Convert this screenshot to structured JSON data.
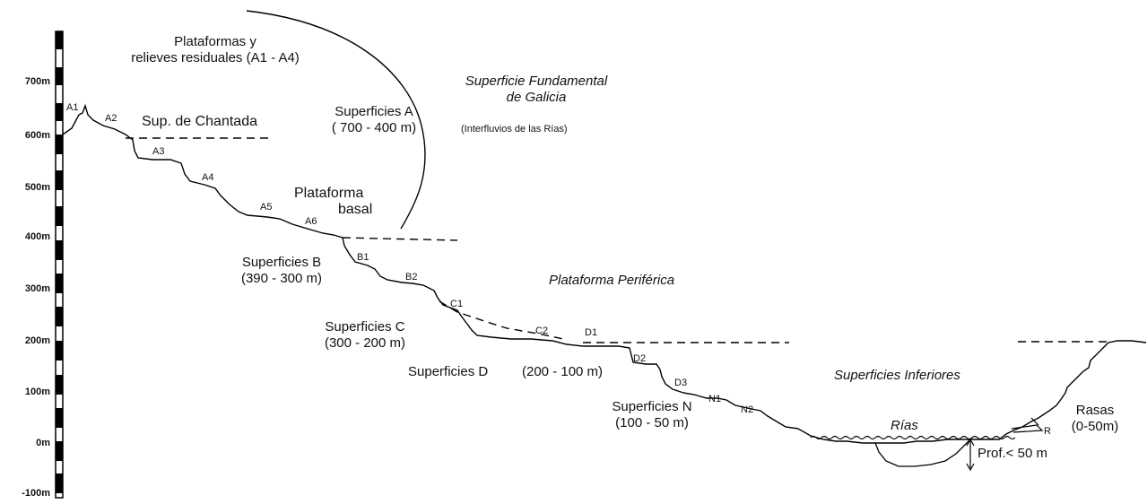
{
  "axis": {
    "ticks": [
      "700m",
      "600m",
      "500m",
      "400m",
      "300m",
      "200m",
      "100m",
      "0m",
      "-100m"
    ]
  },
  "labels": {
    "plataformas_line1": "Plataformas y",
    "plataformas_line2": "relieves residuales (A1 - A4)",
    "sup_chantada": "Sup. de Chantada",
    "superficies_a_line1": "Superficies A",
    "superficies_a_line2": "( 700 - 400 m)",
    "superficie_fundamental_line1": "Superficie Fundamental",
    "superficie_fundamental_line2": "de Galicia",
    "interfluvios": "(Interfluvios de las Rías)",
    "plataforma_basal_line1": "Plataforma",
    "plataforma_basal_line2": "basal",
    "superficies_b_line1": "Superficies B",
    "superficies_b_line2": "(390 - 300 m)",
    "plataforma_periferica": "Plataforma Periférica",
    "superficies_c_line1": "Superficies C",
    "superficies_c_line2": "(300 - 200 m)",
    "superficies_d": "Superficies D",
    "superficies_d_range": "(200 - 100 m)",
    "superficies_inferiores": "Superficies Inferiores",
    "superficies_n_line1": "Superficies N",
    "superficies_n_line2": "(100 - 50 m)",
    "rias": "Rías",
    "rasas_line1": "Rasas",
    "rasas_line2": "(0-50m)",
    "prof": "Prof.< 50 m"
  },
  "points": [
    "A1",
    "A2",
    "A3",
    "A4",
    "A5",
    "A6",
    "B1",
    "B2",
    "C1",
    "C2",
    "D1",
    "D2",
    "D3",
    "N1",
    "N2",
    "R"
  ]
}
